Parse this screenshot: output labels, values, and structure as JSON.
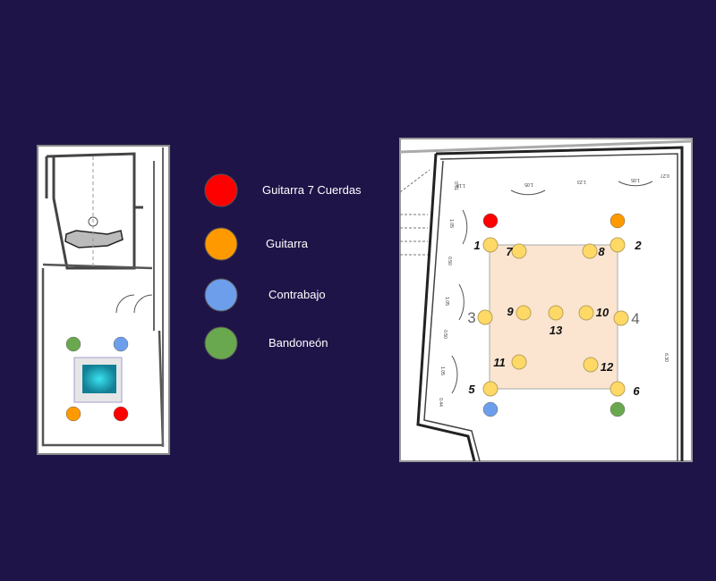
{
  "colors": {
    "background": "#1f1448",
    "guitarra7": "#ff0000",
    "guitarra": "#ff9900",
    "contrabajo": "#6d9eeb",
    "bandoneon": "#6aa84f",
    "mic": "#ffd966",
    "stage": "#fbe5d0",
    "teal": "#1fb3c4"
  },
  "legend": [
    {
      "label": "Guitarra 7 Cuerdas",
      "color": "#ff0000"
    },
    {
      "label": "Guitarra",
      "color": "#ff9900"
    },
    {
      "label": "Contrabajo",
      "color": "#6d9eeb"
    },
    {
      "label": "Bandoneón",
      "color": "#6aa84f"
    }
  ],
  "right_plan": {
    "mics": [
      "1",
      "2",
      "3",
      "4",
      "5",
      "6",
      "7",
      "8",
      "9",
      "10",
      "11",
      "12",
      "13"
    ],
    "dimensions": [
      "1.18",
      "0.51",
      "1.05",
      "1.23",
      "1.05",
      "0.27",
      "1.05",
      "0.50",
      "1.05",
      "0.50",
      "1.05",
      "0.44",
      "6.30"
    ]
  }
}
